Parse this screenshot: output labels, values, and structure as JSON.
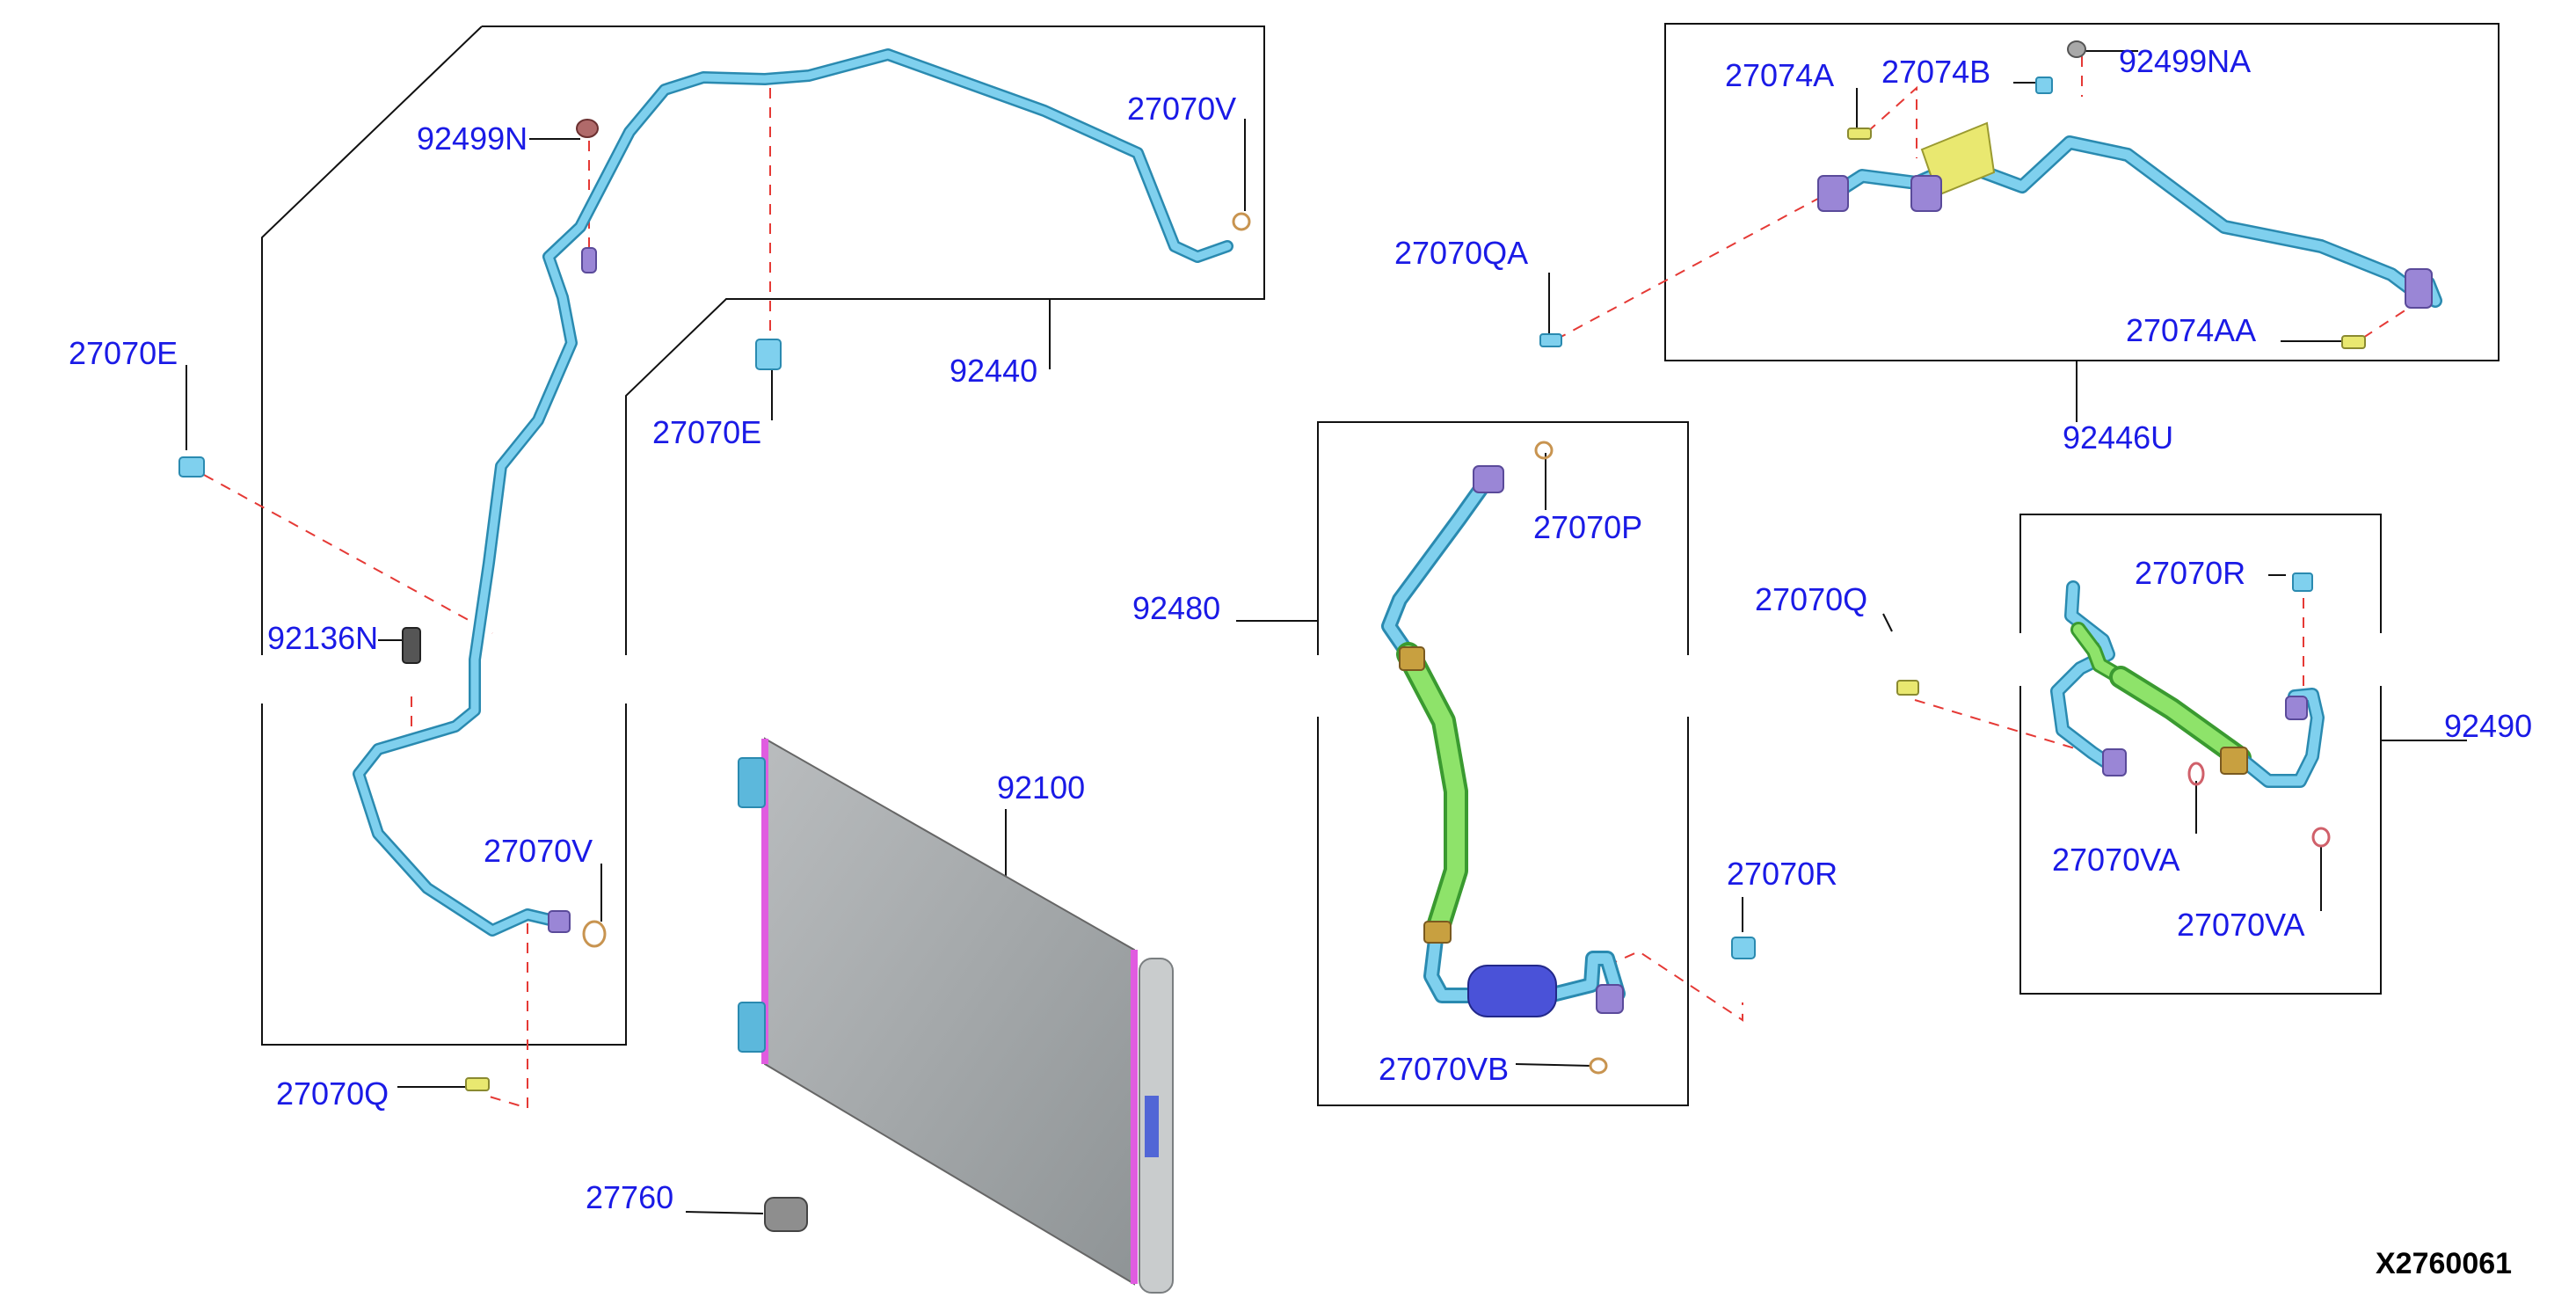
{
  "diagram": {
    "id": "X2760061",
    "colors": {
      "label": "#1a1ae6",
      "frame": "#111111",
      "leader": "#e53935",
      "pipe": "#5cb8dc",
      "hose": "#7ed957",
      "fitting": "#9a86d6",
      "condenser": "#a4a8aa",
      "condenser_edge": "#e05ce0"
    },
    "labels": {
      "l_92499N": "92499N",
      "l_27070V_top": "27070V",
      "l_27070E_left": "27070E",
      "l_27070E_mid": "27070E",
      "l_92440": "92440",
      "l_92136N": "92136N",
      "l_27070V_low": "27070V",
      "l_27070Q_low": "27070Q",
      "l_92100": "92100",
      "l_27760": "27760",
      "l_27074A": "27074A",
      "l_27074B": "27074B",
      "l_92499NA": "92499NA",
      "l_27070QA": "27070QA",
      "l_27074AA": "27074AA",
      "l_92446U": "92446U",
      "l_92480": "92480",
      "l_27070P": "27070P",
      "l_27070VB": "27070VB",
      "l_27070Q_mid": "27070Q",
      "l_27070R_mid": "27070R",
      "l_27070R_right": "27070R",
      "l_92490": "92490",
      "l_27070VA_1": "27070VA",
      "l_27070VA_2": "27070VA"
    }
  }
}
